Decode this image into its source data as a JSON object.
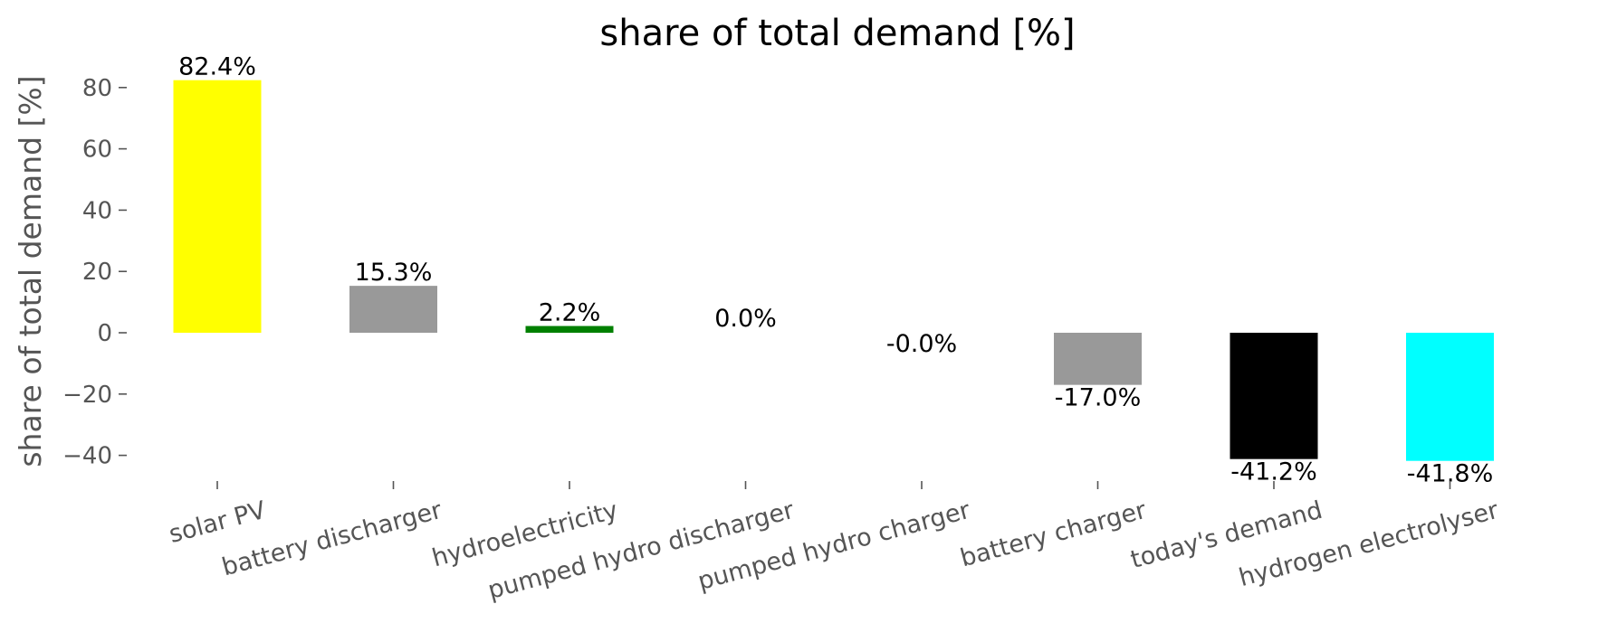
{
  "chart_data": {
    "type": "bar",
    "title": "share of total demand [%]",
    "xlabel": "",
    "ylabel": "share of total demand [%]",
    "ylim": [
      -48,
      88
    ],
    "yticks": [
      80,
      60,
      40,
      20,
      0,
      -20,
      -40
    ],
    "ytick_labels": [
      "80",
      "60",
      "40",
      "20",
      "0",
      "−20",
      "−40"
    ],
    "grid": false,
    "categories": [
      "solar PV",
      "battery discharger",
      "hydroelectricity",
      "pumped hydro discharger",
      "pumped hydro charger",
      "battery charger",
      "today's demand",
      "hydrogen electrolyser"
    ],
    "values": [
      82.4,
      15.3,
      2.2,
      0.0,
      -0.0,
      -17.0,
      -41.2,
      -41.8
    ],
    "value_labels": [
      "82.4%",
      "15.3%",
      "2.2%",
      "0.0%",
      "-0.0%",
      "-17.0%",
      "-41.2%",
      "-41.8%"
    ],
    "colors": [
      "#ffff00",
      "#999999",
      "#008000",
      "#999999",
      "#999999",
      "#999999",
      "#000000",
      "#00ffff"
    ]
  }
}
